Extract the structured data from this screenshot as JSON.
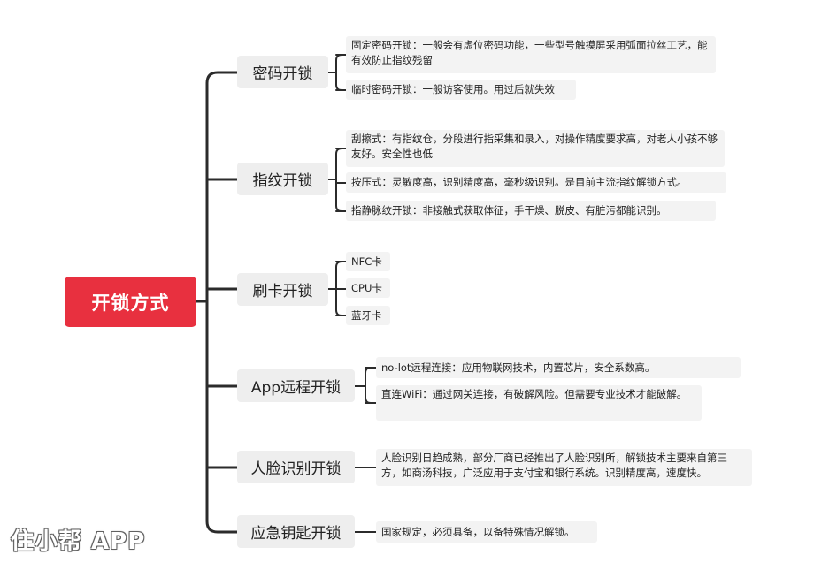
{
  "root": {
    "label": "开锁方式"
  },
  "categories": [
    {
      "label": "密码开锁",
      "leaves": [
        "固定密码开锁：一般会有虚位密码功能，一些型号触摸屏采用弧面拉丝工艺，能有效防止指纹残留",
        "临时密码开锁：一般访客使用。用过后就失效"
      ]
    },
    {
      "label": "指纹开锁",
      "leaves": [
        "刮擦式：有指纹仓，分段进行指采集和录入，对操作精度要求高，对老人小孩不够友好。安全性也低",
        "按压式：灵敏度高，识别精度高，毫秒级识别。是目前主流指纹解锁方式。",
        "指静脉纹开锁：非接触式获取体征，手干燥、脱皮、有脏污都能识别。"
      ]
    },
    {
      "label": "刷卡开锁",
      "leaves": [
        "NFC卡",
        "CPU卡",
        "蓝牙卡"
      ]
    },
    {
      "label": "App远程开锁",
      "leaves": [
        "no-lot远程连接：应用物联网技术，内置芯片，安全系数高。",
        "直连WiFi：通过网关连接，有破解风险。但需要专业技术才能破解。"
      ]
    },
    {
      "label": "人脸识别开锁",
      "leaves": [
        "人脸识别日趋成熟，部分厂商已经推出了人脸识别所，解锁技术主要来自第三方，如商汤科技，广泛应用于支付宝和银行系统。识别精度高，速度快。"
      ]
    },
    {
      "label": "应急钥匙开锁",
      "leaves": [
        "国家规定，必须具备，以备特殊情况解锁。"
      ]
    }
  ],
  "watermark": "住小帮 APP",
  "colors": {
    "root": "#e8303f",
    "line": "#2b2b2b",
    "category_bg": "#eeeeee",
    "leaf_bg": "#f3f3f3"
  }
}
